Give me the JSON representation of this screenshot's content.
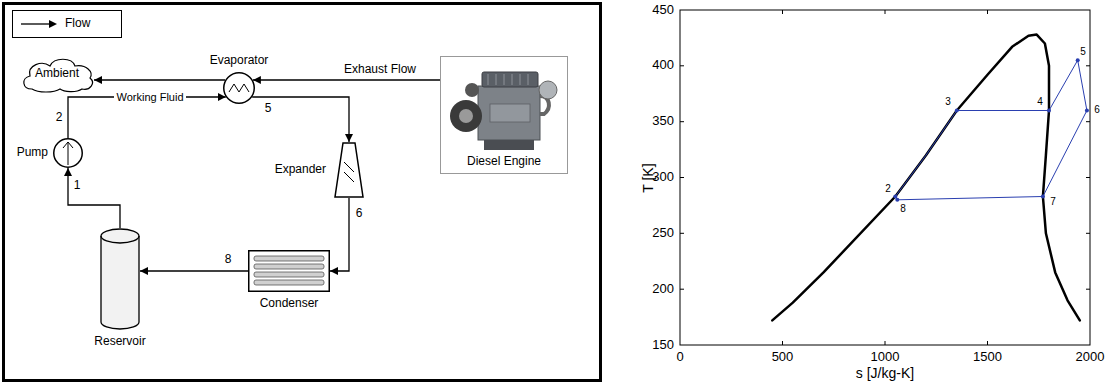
{
  "diagram": {
    "nodes": [
      {
        "text": [
          "Ambient"
        ]
      },
      {
        "text": [
          "Evaporator"
        ]
      },
      {
        "text": [
          "Diesel Engine"
        ]
      },
      {
        "text": [
          "Pump"
        ]
      },
      {
        "text": [
          "Expander"
        ]
      },
      {
        "text": [
          "Reservoir"
        ]
      },
      {
        "text": [
          "Condenser"
        ]
      }
    ],
    "edges": [
      {
        "from": 2,
        "to": 1,
        "arrow": "to",
        "label": "Exhaust Flow"
      },
      {
        "from": 1,
        "to": 0,
        "arrow": "to"
      },
      {
        "from": 3,
        "to": 1,
        "arrow": "to",
        "label": "Working Fluid"
      },
      {
        "from": 1,
        "to": 4,
        "arrow": "to"
      },
      {
        "from": 4,
        "to": 6,
        "arrow": "to"
      },
      {
        "from": 6,
        "to": 5,
        "arrow": "to"
      },
      {
        "from": 5,
        "to": 3,
        "arrow": "to"
      }
    ],
    "labels": [
      "2",
      "5",
      "6",
      "8",
      "1",
      "450",
      "400",
      "350",
      "300",
      "250",
      "200",
      "150",
      "0",
      "500",
      "1000",
      "1500",
      "2000",
      "T [K]",
      "s [J/kg-K]",
      "2",
      "8",
      "3",
      "4",
      "5",
      "6",
      "7"
    ],
    "legend": [
      {
        "text": "Flow"
      }
    ]
  }
}
